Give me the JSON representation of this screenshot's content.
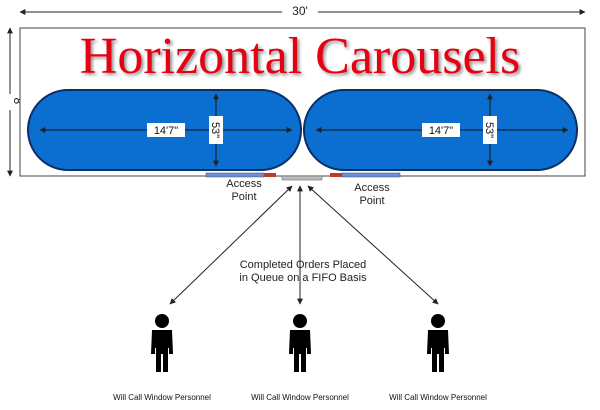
{
  "title": "Horizontal Carousels",
  "dimensions": {
    "width": "30'",
    "height": "8'"
  },
  "carousels": [
    {
      "length": "14'7\"",
      "width": "53\""
    },
    {
      "length": "14'7\"",
      "width": "53\""
    }
  ],
  "access_points": [
    {
      "label_line1": "Access",
      "label_line2": "Point"
    },
    {
      "label_line1": "Access",
      "label_line2": "Point"
    }
  ],
  "queue_note": {
    "line1": "Completed Orders Placed",
    "line2": "in Queue on a FIFO Basis"
  },
  "personnel": [
    {
      "label": "Will Call Window Personnel"
    },
    {
      "label": "Will Call Window Personnel"
    },
    {
      "label": "Will Call Window Personnel"
    }
  ],
  "colors": {
    "title": "#e60012",
    "carousel_fill": "#0a6fd0",
    "carousel_stroke": "#0b2f66",
    "access_bar": "#6f8fd0",
    "access_red": "#c0392b",
    "person": "#000000"
  },
  "icons": {
    "person": "person-icon"
  }
}
